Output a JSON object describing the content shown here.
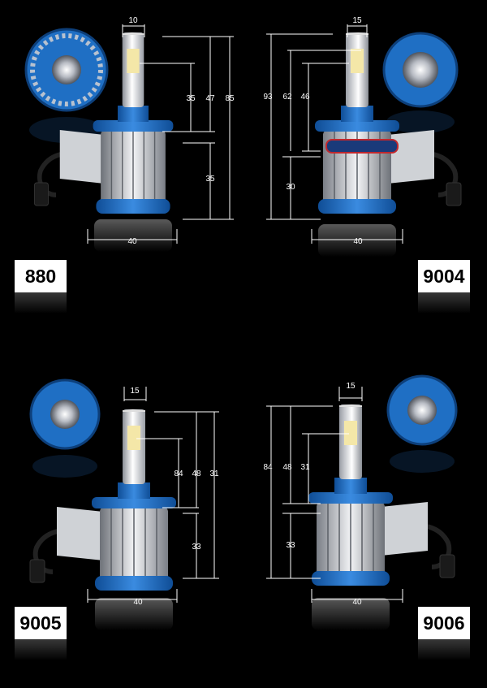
{
  "panels": [
    {
      "model": "880",
      "dims": {
        "width_top": "10",
        "led_height": "35",
        "mid_height": "47",
        "total_height": "85",
        "base_height": "35",
        "base_width": "40"
      }
    },
    {
      "model": "9004",
      "dims": {
        "width_top": "15",
        "total_height": "93",
        "mid_height": "62",
        "led_height": "46",
        "base_height": "30",
        "base_width": "40"
      }
    },
    {
      "model": "9005",
      "dims": {
        "width_top": "15",
        "led_height": "84",
        "mid_height": "48",
        "total_height": "31",
        "base_height": "33",
        "base_width": "40"
      }
    },
    {
      "model": "9006",
      "dims": {
        "width_top": "15",
        "total_height": "84",
        "mid_height": "48",
        "led_height": "31",
        "base_height": "33",
        "base_width": "40"
      }
    }
  ],
  "colors": {
    "background": "#000000",
    "bulb_blue": "#1f6fc4",
    "fin_silver": "#c9ccd1",
    "text": "#ffffff"
  }
}
